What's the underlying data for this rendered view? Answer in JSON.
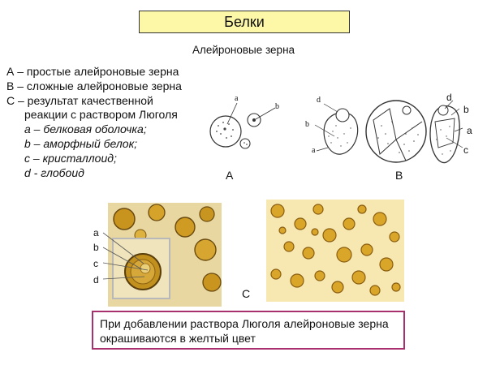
{
  "title": "Белки",
  "subtitle": "Алейроновые зерна",
  "legend": {
    "line1": "А – простые алейроновые зерна",
    "line2": "В – сложные алейроновые зерна",
    "line3": "С – результат качественной",
    "line4": "реакции с раствором Люголя",
    "item_a": "a – белковая оболочка;",
    "item_b": "b – аморфный белок;",
    "item_c": "c – кристаллоид;",
    "item_d": "d -  глобоид"
  },
  "figure_labels": {
    "a": "А",
    "b": "В",
    "c": "С"
  },
  "drawing_letters": {
    "a": "a",
    "b": "b",
    "c": "c",
    "d": "d"
  },
  "note": "При добавлении раствора Люголя алейроновые зерна окрашиваются в желтый цвет",
  "colors": {
    "title_bg": "#fdf7a8",
    "note_border": "#a9306f",
    "grain_yellow": "#d9a62a",
    "micro_bg": "#f6e8b0"
  }
}
